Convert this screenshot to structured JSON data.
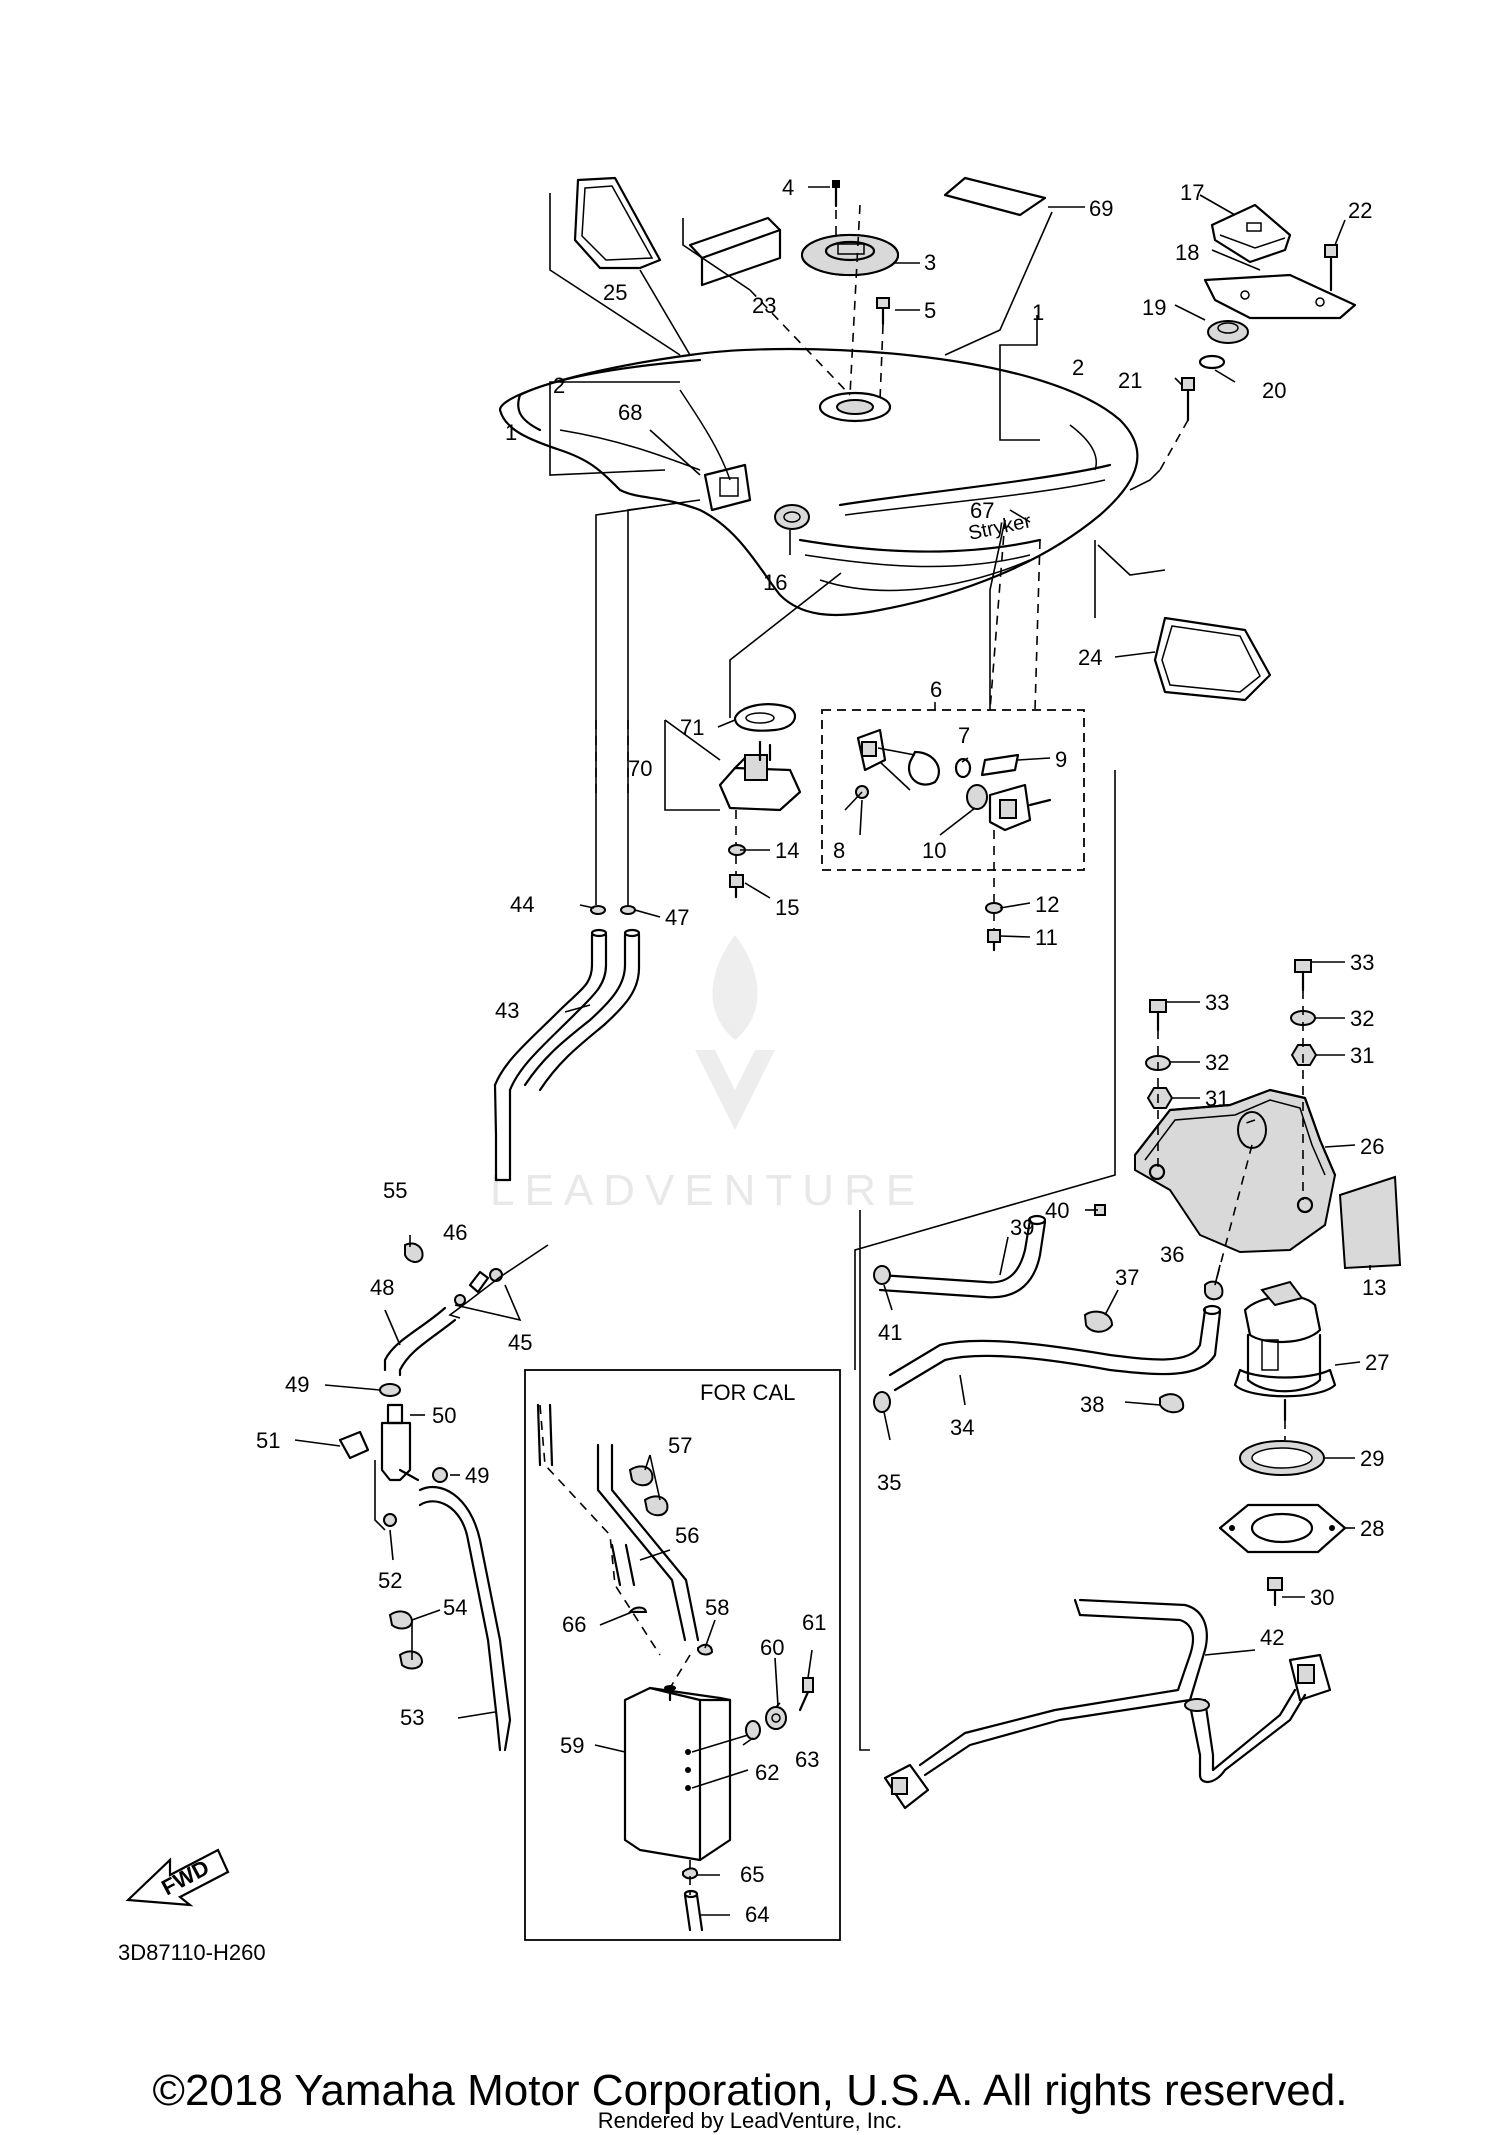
{
  "diagram": {
    "part_numbers": [
      "1",
      "2",
      "3",
      "4",
      "5",
      "6",
      "7",
      "8",
      "9",
      "10",
      "11",
      "12",
      "13",
      "14",
      "15",
      "16",
      "17",
      "18",
      "19",
      "20",
      "21",
      "22",
      "23",
      "24",
      "25",
      "26",
      "27",
      "28",
      "29",
      "30",
      "31",
      "32",
      "33",
      "34",
      "35",
      "36",
      "37",
      "38",
      "39",
      "40",
      "41",
      "42",
      "43",
      "44",
      "45",
      "46",
      "47",
      "48",
      "49",
      "50",
      "51",
      "52",
      "53",
      "54",
      "55",
      "56",
      "57",
      "58",
      "59",
      "60",
      "61",
      "62",
      "63",
      "64",
      "65",
      "66",
      "67",
      "68",
      "69",
      "70",
      "71"
    ],
    "region_box_label": "FOR CAL",
    "fwd_arrow_label": "FWD",
    "diagram_code": "3D87110-H260",
    "tank_decal_text": "Stryker",
    "watermark_text": "LEADVENTURE"
  },
  "footer": {
    "copyright": "©2018 Yamaha Motor Corporation, U.S.A. All rights reserved.",
    "rendered_by": "Rendered by LeadVenture, Inc."
  }
}
